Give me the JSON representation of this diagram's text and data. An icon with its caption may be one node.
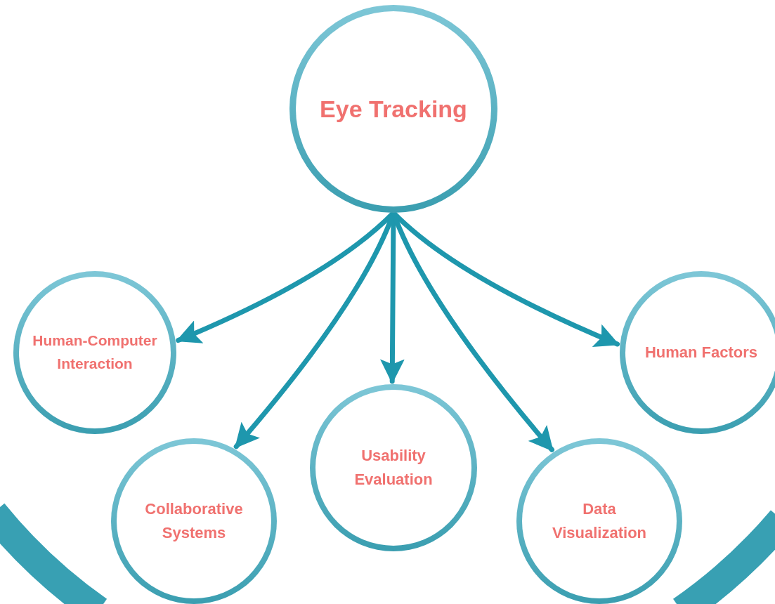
{
  "diagram": {
    "nodes": [
      {
        "text": [
          "Eye Tracking"
        ]
      },
      {
        "text": [
          "Human-Computer Interaction"
        ]
      },
      {
        "text": [
          "Collaborative Systems"
        ]
      },
      {
        "text": [
          "Usability Evaluation"
        ]
      },
      {
        "text": [
          "Data Visualization"
        ]
      },
      {
        "text": [
          "Human Factors"
        ]
      }
    ],
    "edges": [
      {
        "from": 0,
        "to": 1,
        "arrow": "to"
      },
      {
        "from": 0,
        "to": 2,
        "arrow": "to"
      },
      {
        "from": 0,
        "to": 3,
        "arrow": "to"
      },
      {
        "from": 0,
        "to": 4,
        "arrow": "to"
      },
      {
        "from": 0,
        "to": 5,
        "arrow": "to"
      }
    ]
  }
}
